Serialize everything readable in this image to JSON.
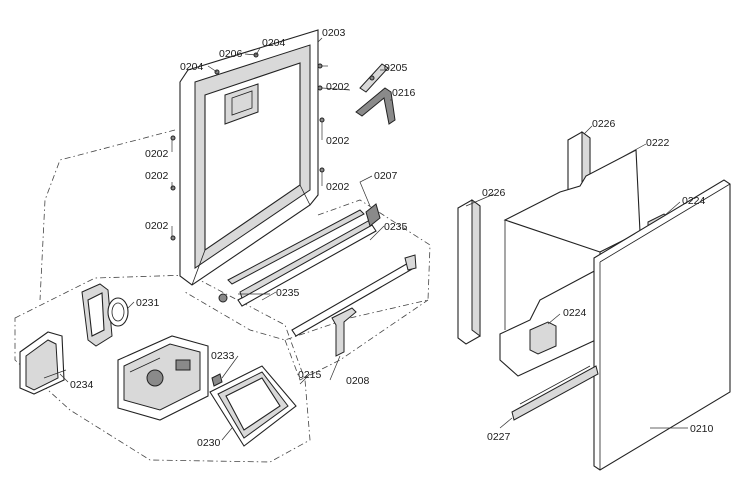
{
  "labels": {
    "l0203": "0203",
    "l0204a": "0204",
    "l0204b": "0204",
    "l0206": "0206",
    "l0205": "0205",
    "l0202a": "0202",
    "l0216": "0216",
    "l0202b": "0202",
    "l0202c": "0202",
    "l0202d": "0202",
    "l0202e": "0202",
    "l0202f": "0202",
    "l0202g": "0202",
    "l0207": "0207",
    "l0235a": "0235",
    "l0235b": "0235",
    "l0231": "0231",
    "l0234": "0234",
    "l0233": "0233",
    "l0215": "0215",
    "l0230": "0230",
    "l0208": "0208",
    "l0226a": "0226",
    "l0226b": "0226",
    "l0222": "0222",
    "l0224a": "0224",
    "l0224b": "0224",
    "l0227": "0227",
    "l0210": "0210"
  },
  "icons": {
    "screw": "screw-icon",
    "hinge": "hinge-icon",
    "control-module": "control-module-icon"
  }
}
